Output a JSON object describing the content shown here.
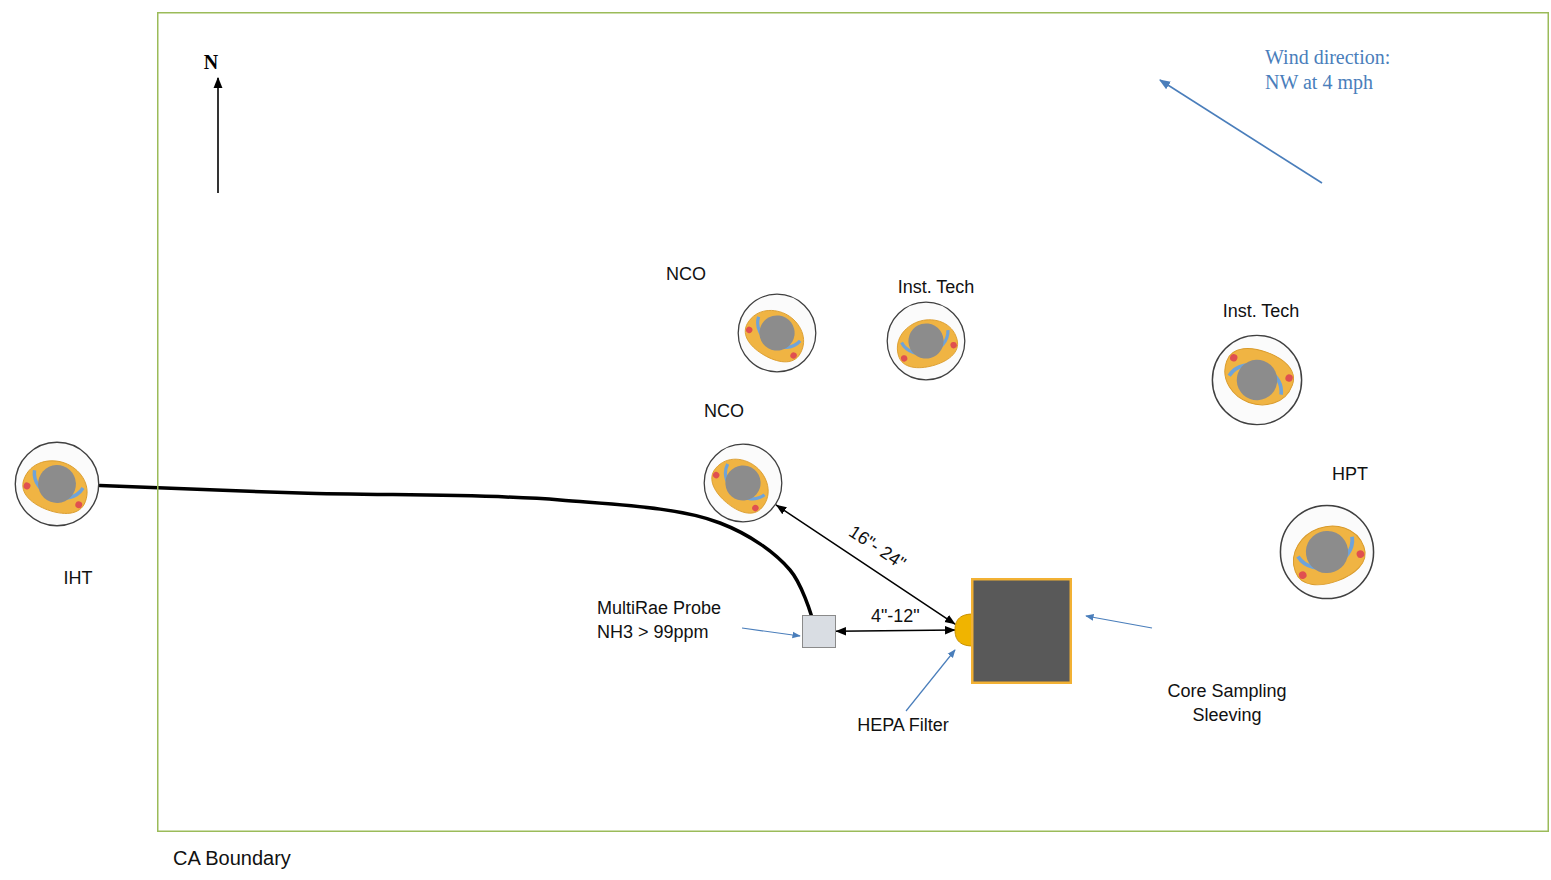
{
  "diagram": {
    "nodes": [
      {
        "text": [
          "CA Boundary"
        ]
      },
      {
        "text": [
          "NCO"
        ],
        "in": 0
      },
      {
        "text": [
          "Inst. Tech"
        ],
        "in": 0
      },
      {
        "text": [
          "Inst. Tech"
        ],
        "in": 0
      },
      {
        "text": [
          "NCO"
        ],
        "in": 0
      },
      {
        "text": [
          "IHT"
        ]
      },
      {
        "text": [
          "HPT"
        ],
        "in": 0
      },
      {
        "text": [
          "MultiRae Probe NH3 > 99ppm"
        ],
        "in": 0
      },
      {
        "text": [
          "HEPA Filter"
        ],
        "in": 0
      },
      {
        "text": [
          "Core Sampling Sleeving"
        ],
        "in": 0
      }
    ],
    "edges": [
      {
        "from": 5,
        "to": 7,
        "arrow": "none"
      },
      {
        "from": 7,
        "to": 8,
        "label": "4\"-12\"",
        "arrow": "both"
      },
      {
        "from": 4,
        "to": 8,
        "label": "16\"- 24\"",
        "arrow": "both"
      }
    ],
    "labels": [
      "N",
      "Wind direction: NW at 4 mph"
    ]
  }
}
